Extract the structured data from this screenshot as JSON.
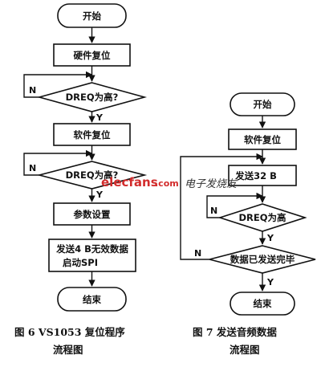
{
  "left_flowchart": {
    "start": "开始",
    "hw_reset": "硬件复位",
    "dreq_check_1": "DREQ为高?",
    "sw_reset": "软件复位",
    "dreq_check_2": "DREQ为高?",
    "param_setup": "参数设置",
    "send_invalid_line1": "发送4 B无效数据",
    "send_invalid_line2": "启动SPI",
    "end": "结束",
    "label_n_1": "N",
    "label_y_1": "Y",
    "label_n_2": "N",
    "label_y_2": "Y"
  },
  "right_flowchart": {
    "start": "开始",
    "sw_reset": "软件复位",
    "send_32b": "发送32 B",
    "dreq_check": "DREQ为高",
    "all_sent_check": "数据已发送完毕",
    "end": "结束",
    "label_n_1": "N",
    "label_y_1": "Y",
    "label_n_2": "N",
    "label_y_2": "Y"
  },
  "captions": {
    "left_line1": "图 6   VS1053 复位程序",
    "left_line2": "流程图",
    "right_line1": "图 7   发送音频数据",
    "right_line2": "流程图"
  },
  "watermark": {
    "brand": "elecfans",
    "domain": ".com",
    "chinese": "电子发烧友"
  },
  "colors": {
    "ink": "#111111",
    "watermark": "#d22b2b"
  }
}
